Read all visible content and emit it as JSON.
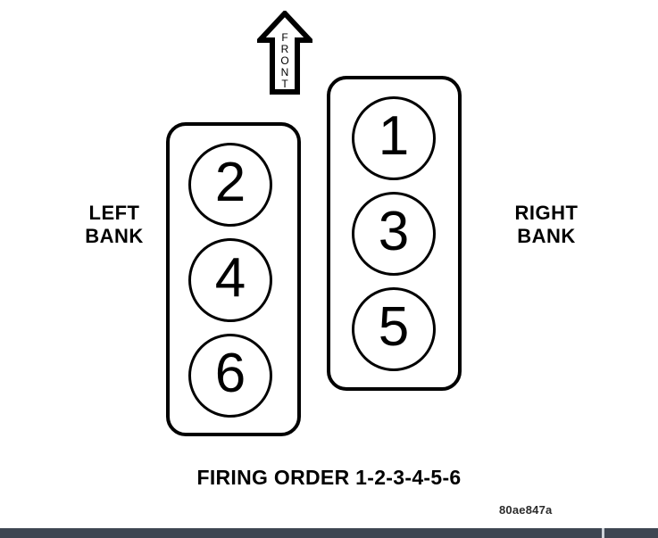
{
  "diagram": {
    "type": "engine-firing-order",
    "direction_marker": {
      "label": "FRONT",
      "letters": [
        "F",
        "R",
        "O",
        "N",
        "T"
      ],
      "points": "up"
    },
    "banks": [
      {
        "id": "left",
        "label": "LEFT\nBANK",
        "cylinders": [
          "2",
          "4",
          "6"
        ]
      },
      {
        "id": "right",
        "label": "RIGHT\nBANK",
        "cylinders": [
          "1",
          "3",
          "5"
        ]
      }
    ],
    "caption": "FIRING ORDER 1-2-3-4-5-6",
    "figure_code": "80ae847a",
    "colors": {
      "ink": "#000000",
      "background": "#ffffff",
      "footer_bar": "#3e4652",
      "footer_divider": "#cdd2d9"
    }
  }
}
